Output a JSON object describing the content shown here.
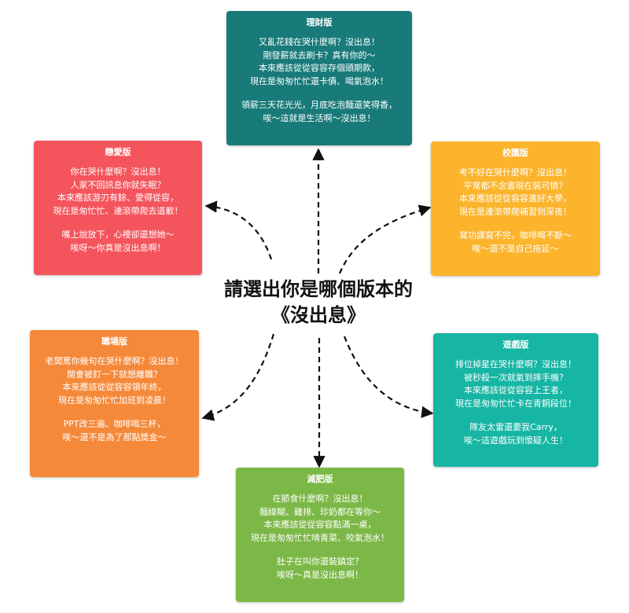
{
  "center": {
    "line1": "請選出你是哪個版本的",
    "line2": "《沒出息》"
  },
  "cards": {
    "finance": {
      "title": "理財版",
      "color": "#187a79",
      "p1": [
        "又亂花錢在哭什麼啊？沒出息！",
        "剛發薪就去刷卡？真有你的～",
        "本來應該從從容容存個頭期款，",
        "現在是匆匆忙忙還卡債、喝氣泡水！"
      ],
      "p2": [
        "領薪三天花光光，月底吃泡麵還笑得香，",
        "唉～這就是生活啊～沒出息！"
      ]
    },
    "love": {
      "title": "戀愛版",
      "color": "#f4545c",
      "p1": [
        "你在哭什麼啊？沒出息！",
        "人家不回訊息你就失眠？",
        "本來應該游刃有餘、愛得從容，",
        "現在是匆忙忙、連滾帶爬去道歉！"
      ],
      "p2": [
        "嘴上說放下，心裡卻還想她～",
        "唉呀～你真是沒出息啊！"
      ]
    },
    "campus": {
      "title": "校園版",
      "color": "#fbb42c",
      "p1": [
        "考不好在哭什麼啊？沒出息！",
        "平常都不念書現在裝可憐？",
        "本來應該從從容容進好大學，",
        "現在是連滾帶爬補習到深夜！"
      ],
      "p2": [
        "寫功課寫不完，咖啡喝不斷～",
        "唉～還不是自己拖延～"
      ]
    },
    "work": {
      "title": "職場版",
      "color": "#f5893a",
      "p1": [
        "老闆罵你幾句在哭什麼啊？沒出息！",
        "開會被釘一下就想離職？",
        "本來應該從從容容領年終，",
        "現在是匆匆忙忙加班到凌晨！"
      ],
      "p2": [
        "PPT改三遍、咖啡喝三杯，",
        "唉～還不是為了那點獎金～"
      ]
    },
    "game": {
      "title": "遊戲版",
      "color": "#16b5a4",
      "p1": [
        "排位掉星在哭什麼啊？沒出息！",
        "被秒殺一次就氣到摔手機？",
        "本來應該從從容容上王者，",
        "現在是匆匆忙忙卡在青銅段位！"
      ],
      "p2": [
        "隊友太雷還要我Carry，",
        "唉～這遊戲玩到懷疑人生！"
      ]
    },
    "diet": {
      "title": "減肥版",
      "color": "#7cb847",
      "p1": [
        "在節食什麼啊？沒出息！",
        "麵線糊、雞排、珍奶都在等你～",
        "本來應該從從容容點滿一桌，",
        "現在是匆匆忙忙啃青菜、咬氣泡水！"
      ],
      "p2": [
        "肚子在叫你還裝鎮定？",
        "唉呀～真是沒出息啊！"
      ]
    }
  }
}
